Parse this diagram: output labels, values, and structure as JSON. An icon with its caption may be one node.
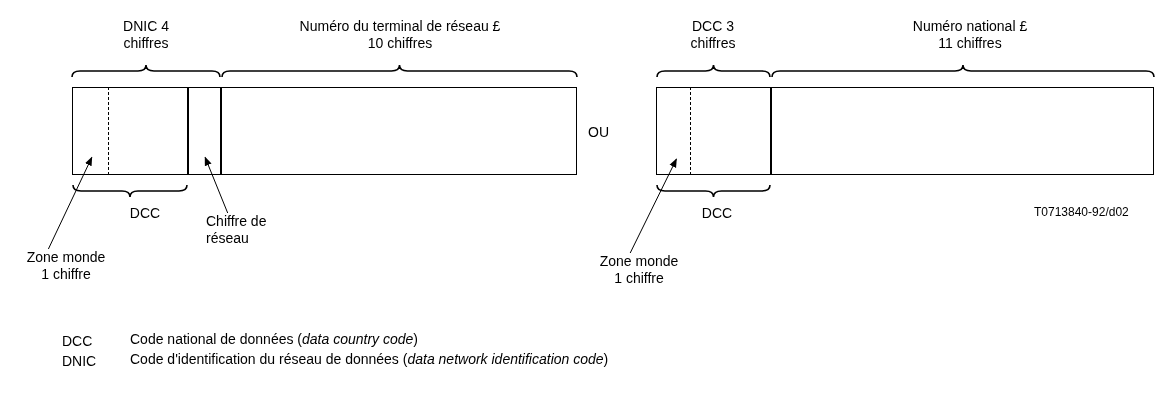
{
  "diagram": {
    "nodes": [
      {
        "text": [],
        "shape": "box"
      },
      {
        "text": [],
        "shape": "box"
      },
      {
        "text": [],
        "shape": "box"
      },
      {
        "text": [],
        "shape": "box"
      },
      {
        "text": [
          "Zone monde 1 chiffre"
        ]
      },
      {
        "text": [
          "Chiffre de réseau"
        ]
      },
      {
        "text": [],
        "shape": "box"
      },
      {
        "text": [],
        "shape": "box"
      },
      {
        "text": [],
        "shape": "box"
      },
      {
        "text": [
          "Zone monde 1 chiffre"
        ]
      }
    ],
    "edges": [
      {
        "from": 4,
        "to": 0,
        "arrow": "to"
      },
      {
        "from": 5,
        "to": 2,
        "arrow": "to"
      },
      {
        "from": 9,
        "to": 6,
        "arrow": "to"
      }
    ],
    "labels": [
      "DNIC 4 chiffres",
      "Numéro du terminal de réseau £ 10 chiffres",
      "DCC 3 chiffres",
      "Numéro national £ 11 chiffres",
      "OU",
      "DCC",
      "DCC",
      "T0713840-92/d02",
      "DCC",
      "Code national de données (*data country code*)",
      "DNIC",
      "Code d'identification du réseau de données (*data network identification code*)"
    ]
  }
}
